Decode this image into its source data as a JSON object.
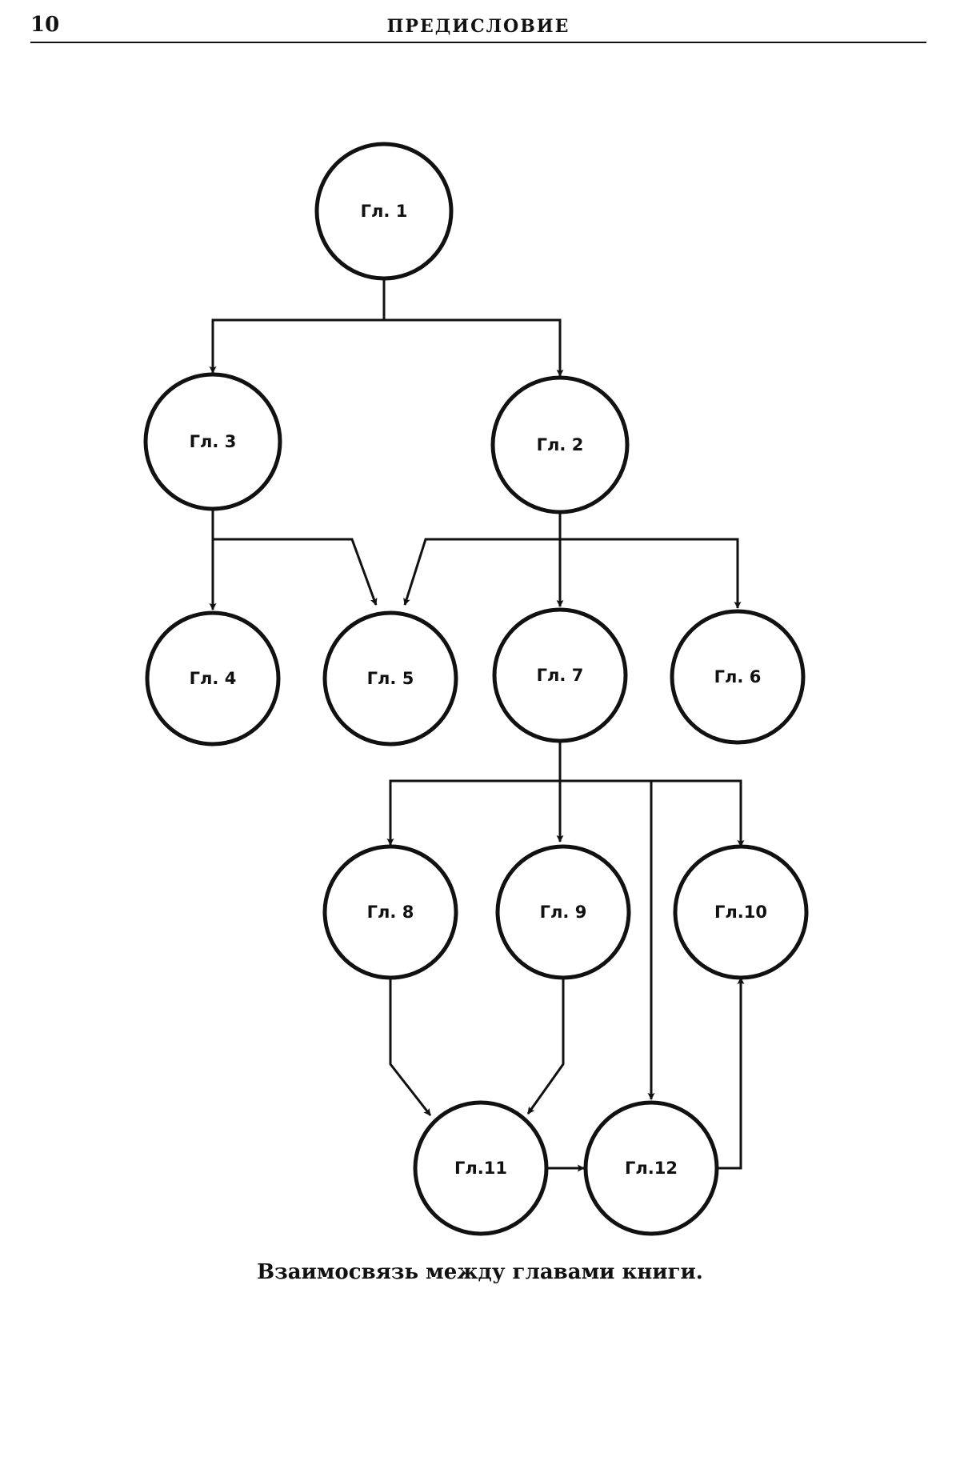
{
  "header": {
    "page_number": "10",
    "running_title": "ПРЕДИСЛОВИЕ"
  },
  "diagram": {
    "nodes": [
      {
        "id": "n1",
        "label": "Гл. 1"
      },
      {
        "id": "n3",
        "label": "Гл. 3"
      },
      {
        "id": "n2",
        "label": "Гл. 2"
      },
      {
        "id": "n4",
        "label": "Гл. 4"
      },
      {
        "id": "n5",
        "label": "Гл. 5"
      },
      {
        "id": "n7",
        "label": "Гл. 7"
      },
      {
        "id": "n6",
        "label": "Гл. 6"
      },
      {
        "id": "n8",
        "label": "Гл. 8"
      },
      {
        "id": "n9",
        "label": "Гл. 9"
      },
      {
        "id": "n10",
        "label": "Гл.10"
      },
      {
        "id": "n11",
        "label": "Гл.11"
      },
      {
        "id": "n12",
        "label": "Гл.12"
      }
    ],
    "edges": [
      {
        "from": "n1",
        "to": "n3"
      },
      {
        "from": "n1",
        "to": "n2"
      },
      {
        "from": "n3",
        "to": "n4"
      },
      {
        "from": "n3",
        "to": "n5"
      },
      {
        "from": "n2",
        "to": "n5"
      },
      {
        "from": "n2",
        "to": "n7"
      },
      {
        "from": "n2",
        "to": "n6"
      },
      {
        "from": "n7",
        "to": "n8"
      },
      {
        "from": "n7",
        "to": "n9"
      },
      {
        "from": "n7",
        "to": "n10"
      },
      {
        "from": "n7",
        "to": "n12"
      },
      {
        "from": "n8",
        "to": "n11"
      },
      {
        "from": "n9",
        "to": "n11"
      },
      {
        "from": "n11",
        "to": "n12"
      },
      {
        "from": "n12",
        "to": "n10"
      }
    ]
  },
  "caption": "Взаимосвязь между главами книги."
}
